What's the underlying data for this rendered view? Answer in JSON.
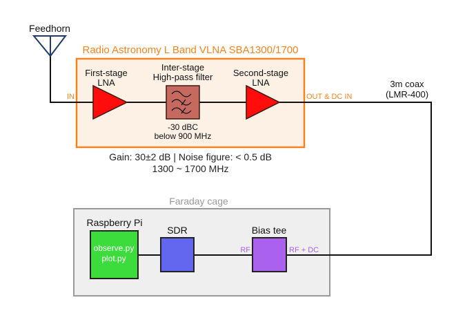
{
  "feedhorn": {
    "label": "Feedhorn"
  },
  "vlna": {
    "title": "Radio Astronomy L Band VLNA SBA1300/1700",
    "in_label": "IN",
    "out_label": "OUT & DC IN",
    "first_lna": {
      "line1": "First-stage",
      "line2": "LNA"
    },
    "filter": {
      "line1": "Inter-stage",
      "line2": "High-pass filter",
      "note1": "-30 dBC",
      "note2": "below 900 MHz"
    },
    "second_lna": {
      "line1": "Second-stage",
      "line2": "LNA"
    },
    "spec1": "Gain: 30±2 dB | Noise figure: < 0.5 dB",
    "spec2": "1300 ~ 1700 MHz"
  },
  "coax": {
    "line1": "3m coax",
    "line2": "(LMR-400)"
  },
  "faraday": {
    "title": "Faraday cage",
    "raspberry_pi": {
      "label": "Raspberry Pi",
      "file1": "observe.py",
      "file2": "plot.py"
    },
    "sdr": {
      "label": "SDR"
    },
    "bias_tee": {
      "label": "Bias tee",
      "rf_label": "RF",
      "rf_dc_label": "RF + DC"
    }
  },
  "colors": {
    "orange": "#f5841f",
    "orange_fill": "#fdf1e6",
    "lna_red": "#ff0d0d",
    "filter_fill": "#c66a60",
    "pi_green": "#3ddc3d",
    "sdr_blue": "#6366ee",
    "bias_purple": "#a961ee",
    "purple_text": "#a961ee",
    "cage_fill": "#efefef",
    "cage_border": "#999999",
    "feedhorn_blue": "#1f3a6a"
  }
}
